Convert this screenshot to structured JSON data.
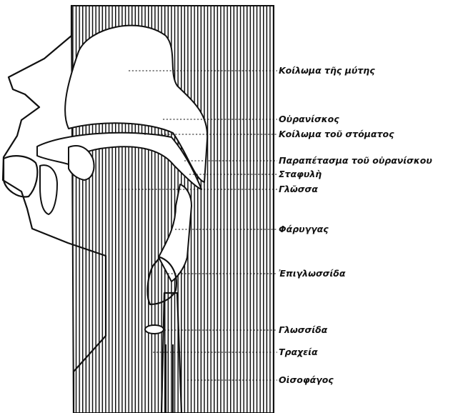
{
  "colors": {
    "ink": "#111111",
    "background": "#ffffff"
  },
  "labels": {
    "nasal_cavity": "Κοίλωμα τῆς μύτης",
    "palate": "Οὐρανίσκος",
    "mouth_cavity": "Κοίλωμα τοῦ στόματος",
    "soft_palate": "Παραπέτασμα τοῦ οὐρανίσκου",
    "uvula": "Σταφυλὴ",
    "tongue": "Γλῶσσα",
    "pharynx": "Φάρυγγας",
    "epiglottis": "Ἐπιγλωσσίδα",
    "glottis": "Γλωσσίδα",
    "trachea": "Τραχεία",
    "esophagus": "Οἰσοφάγος"
  }
}
